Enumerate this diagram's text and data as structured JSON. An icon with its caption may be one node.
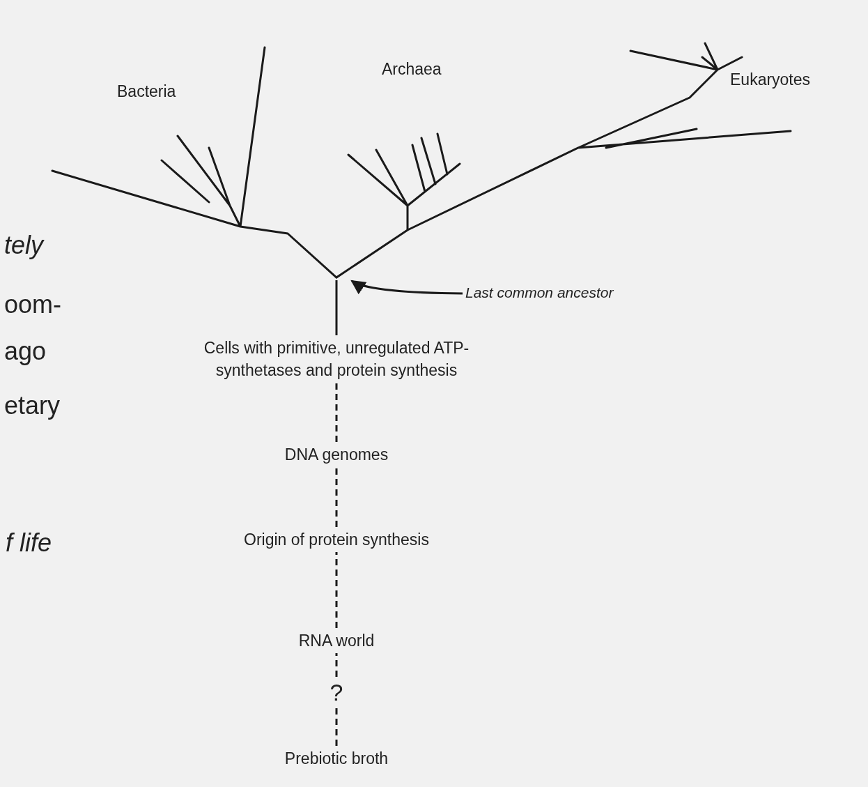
{
  "diagram": {
    "nodes": [
      {
        "text": [
          "Last common ancestor"
        ]
      },
      {
        "text": [],
        "shape": "tree"
      },
      {
        "text": [
          "Cells with primitive, unregulated ATP-synthetases and protein synthesis"
        ]
      },
      {
        "text": [
          "DNA genomes"
        ]
      },
      {
        "text": [
          "Origin of protein synthesis"
        ]
      },
      {
        "text": [
          "RNA world"
        ]
      },
      {
        "text": [
          "?"
        ]
      },
      {
        "text": [
          "Prebiotic broth"
        ]
      }
    ],
    "edges": [
      {
        "from": 0,
        "to": 1,
        "arrow": "to"
      },
      {
        "from": 2,
        "to": 1,
        "arrow": "none"
      },
      {
        "from": 3,
        "to": 2,
        "arrow": "none",
        "style": "dashed"
      },
      {
        "from": 4,
        "to": 3,
        "arrow": "none",
        "style": "dashed"
      },
      {
        "from": 5,
        "to": 4,
        "arrow": "none",
        "style": "dashed"
      },
      {
        "from": 6,
        "to": 5,
        "arrow": "none",
        "style": "dashed"
      },
      {
        "from": 7,
        "to": 6,
        "arrow": "none",
        "style": "dashed"
      }
    ],
    "labels": [
      "Archaea",
      "Eukaryotes",
      "Bacteria",
      "tely",
      "oom-",
      "ago",
      "etary",
      "f life"
    ]
  }
}
